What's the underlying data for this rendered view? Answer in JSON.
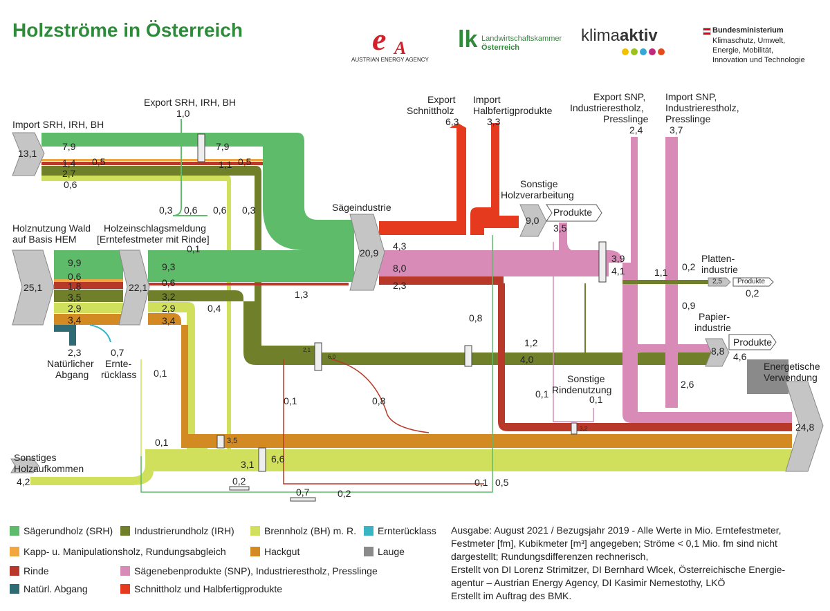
{
  "title": "Holzströme in Österreich",
  "logos": {
    "aea_caption": "AUSTRIAN ENERGY AGENCY",
    "lk_line1": "Landwirtschaftskammer",
    "lk_line2": "Österreich",
    "klima_a": "klima",
    "klima_b": "aktiv",
    "bm_line1": "Bundesministerium",
    "bm_line2": "Klimaschutz, Umwelt,",
    "bm_line3": "Energie, Mobilität,",
    "bm_line4": "Innovation und Technologie"
  },
  "colors": {
    "srh": "#5dbb6a",
    "irh": "#6f7f2a",
    "bh": "#d1e05c",
    "kapp": "#f2a640",
    "hackgut": "#d38a22",
    "rinde": "#b8392a",
    "natuerl": "#2e6b73",
    "snp": "#d98bb8",
    "schnitt": "#e53a1e",
    "erntrueck": "#38b4c4",
    "lauge": "#8a8a8a",
    "node": "#c5c5c5"
  },
  "nodes": {
    "import": "Import SRH, IRH, BH",
    "import_val": "13,1",
    "export_srh": "Export SRH, IRH, BH",
    "export_srh_val": "1,0",
    "holznutzung_1": "Holznutzung Wald",
    "holznutzung_2": "auf Basis HEM",
    "holznutzung_val": "25,1",
    "hem_1": "Holzeinschlagsmeldung",
    "hem_2": "[Erntefestmeter mit Rinde]",
    "hem_val": "22,1",
    "saege": "Sägeindustrie",
    "saege_val": "20,9",
    "export_schnitt_1": "Export",
    "export_schnitt_2": "Schnittholz",
    "export_schnitt_val": "6,3",
    "import_halb_1": "Import",
    "import_halb_2": "Halbfertigprodukte",
    "import_halb_val": "3,3",
    "sonstige_holz_1": "Sonstige",
    "sonstige_holz_2": "Holzverarbeitung",
    "sonstige_holz_val": "9,0",
    "produkte": "Produkte",
    "export_snp_1": "Export SNP,",
    "export_snp_2": "Industrierestholz,",
    "export_snp_3": "Presslinge",
    "export_snp_val": "2,4",
    "import_snp_1": "Import SNP,",
    "import_snp_2": "Industrierestholz,",
    "import_snp_3": "Presslinge",
    "import_snp_val": "3,7",
    "platten_1": "Platten-",
    "platten_2": "industrie",
    "platten_val": "2,5",
    "papier_1": "Papier-",
    "papier_2": "industrie",
    "papier_val": "8,8",
    "energie_1": "Energetische",
    "energie_2": "Verwendung",
    "energie_val": "24,8",
    "natuerlich_1": "Natürlicher",
    "natuerlich_2": "Abgang",
    "ernte_1": "Ernte-",
    "ernte_2": "rücklass",
    "sonst_rinde_1": "Sonstige",
    "sonst_rinde_2": "Rindenutzung",
    "sonst_holz_1": "Sonstiges",
    "sonst_holz_2": "Holzaufkommen",
    "sonst_holz_val": "4,2"
  },
  "values": {
    "imp_srh": "7,9",
    "imp_rinde": "1,4",
    "imp_kapp": "0,5",
    "imp_irh": "2,7",
    "imp_bh": "0,6",
    "exp_srh": "7,9",
    "exp_rinde": "1,1",
    "exp_kapp": "0,5",
    "v03a": "0,3",
    "v06a": "0,6",
    "v06b": "0,6",
    "v03b": "0,3",
    "hn_srh": "9,9",
    "hn_kapp": "0,6",
    "hn_rinde": "1,8",
    "hn_irh": "3,5",
    "hn_bh": "2,9",
    "hn_hack": "3,4",
    "hem_01": "0,1",
    "hem_srh": "9,3",
    "hem_rinde": "0,6",
    "hem_irh": "3,2",
    "hem_bh": "2,9",
    "hem_hack": "3,4",
    "v04": "0,4",
    "v13": "1,3",
    "nat": "2,3",
    "ernte": "0,7",
    "saege_schnitt": "4,3",
    "saege_snp": "8,0",
    "saege_rinde": "2,3",
    "snp_35": "3,5",
    "snp_39": "3,9",
    "snp_41": "4,1",
    "v11": "1,1",
    "v02": "0,2",
    "v02b": "0,2",
    "v09": "0,9",
    "v08": "0,8",
    "v12": "1,2",
    "irh_40": "4,0",
    "lauge": "4,6",
    "v26": "2,6",
    "v01c": "0,1",
    "v01d": "0,1",
    "knot_21": "2,1",
    "knot_60": "6,0",
    "v01e": "0,1",
    "v08b": "0,8",
    "v01f": "0,1",
    "hack_35": "3,5",
    "bh_31": "3,1",
    "bh_66": "6,6",
    "rinde_32": "3,2",
    "v01g": "0,1",
    "v02c": "0,2",
    "v07": "0,7",
    "v02d": "0,2",
    "v01h": "0,1",
    "v05": "0,5"
  },
  "legend": [
    {
      "label": "Sägerundholz (SRH)",
      "color": "#5dbb6a"
    },
    {
      "label": "Industrierundholz (IRH)",
      "color": "#6f7f2a"
    },
    {
      "label": "Brennholz (BH) m. R.",
      "color": "#d1e05c"
    },
    {
      "label": "Ernterücklass",
      "color": "#38b4c4"
    },
    {
      "label": "Kapp- u. Manipulationsholz, Rundungsabgleich",
      "color": "#f2a640"
    },
    {
      "label": "Hackgut",
      "color": "#d38a22"
    },
    {
      "label": "Lauge",
      "color": "#8a8a8a"
    },
    {
      "label": "Rinde",
      "color": "#b8392a"
    },
    {
      "label": "Sägenebenprodukte (SNP), Industrierestholz, Presslinge",
      "color": "#d98bb8"
    },
    {
      "label": "Natürl. Abgang",
      "color": "#2e6b73"
    },
    {
      "label": "Schnittholz und Halbfertigprodukte",
      "color": "#e53a1e"
    }
  ],
  "footnote": [
    "Ausgabe: August 2021 / Bezugsjahr 2019 - Alle Werte in Mio. Erntefestmeter,",
    "Festmeter [fm], Kubikmeter [m³] angegeben; Ströme < 0,1 Mio. fm sind nicht",
    "dargestellt; Rundungsdifferenzen rechnerisch,",
    "Erstellt von DI Lorenz Strimitzer, DI Bernhard Wlcek, Österreichische Energie-",
    "agentur – Austrian Energy Agency, DI Kasimir Nemestothy, LKÖ",
    "Erstellt im Auftrag des BMK."
  ]
}
